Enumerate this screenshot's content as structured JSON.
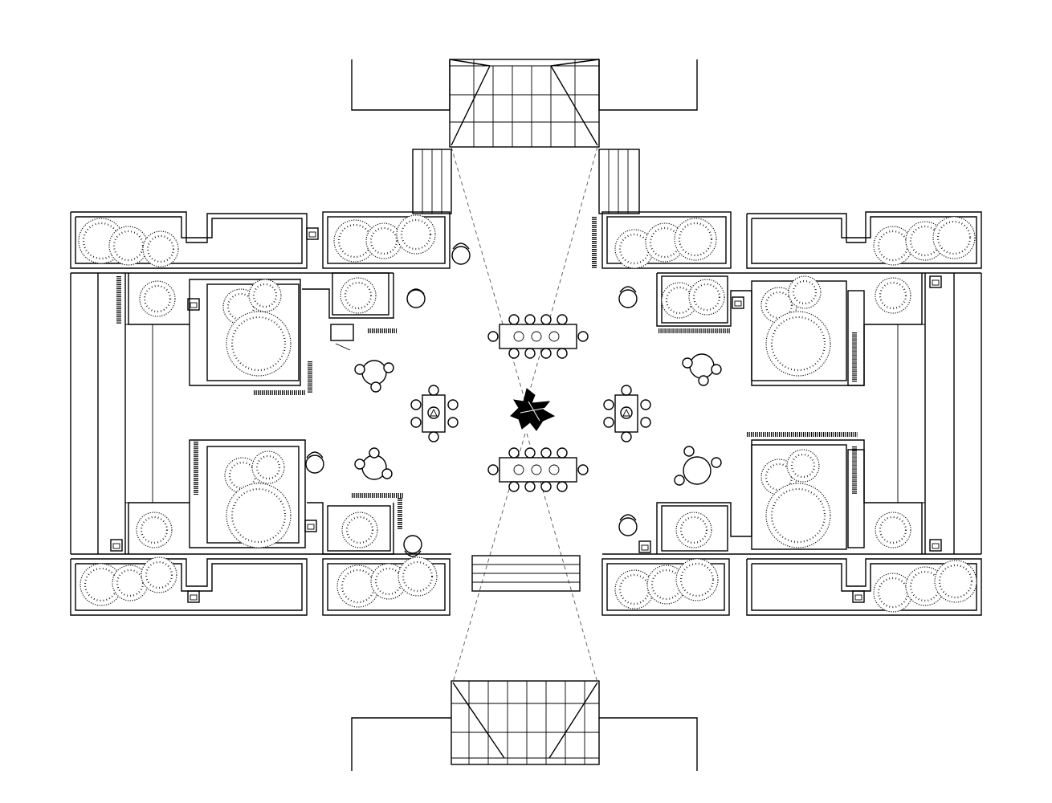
{
  "drawing": {
    "type": "site-plan",
    "style": "black line drawing on white",
    "colors": {
      "line": "#000000",
      "background": "#ffffff",
      "guide": "#555555"
    },
    "elements": {
      "central_sculpture": "sculpture-icon",
      "planters_with_trees": 16,
      "long_tables": 2,
      "small_tables": 2,
      "lounge_chairs": 10,
      "stairs": 4
    }
  }
}
